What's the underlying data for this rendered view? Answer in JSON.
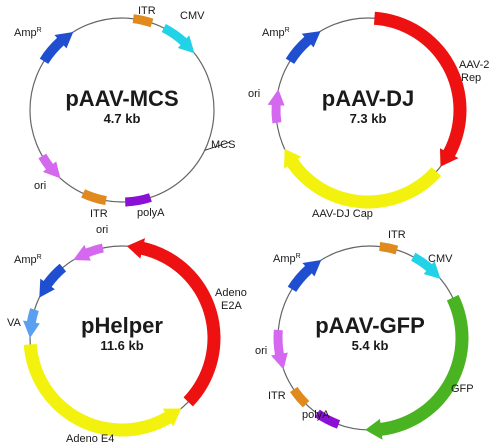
{
  "colors": {
    "amp": "#1f4fd0",
    "itr": "#e08a1e",
    "cmv": "#22d2e6",
    "ori": "#d468ee",
    "polya": "#8b10d6",
    "rep": "#ee1111",
    "cap": "#f2f20e",
    "va": "#5b9ff0",
    "gfp": "#49b321"
  },
  "plasmids": [
    {
      "id": "mcs",
      "name": "pAAV-MCS",
      "size": "4.7 kb",
      "features": [
        {
          "id": "itr1",
          "type": "itr",
          "icon": "orange-bar",
          "label": "ITR"
        },
        {
          "id": "cmv",
          "type": "cmv",
          "icon": "cyan-arrow",
          "label": "CMV"
        },
        {
          "id": "mcs-site",
          "type": "site",
          "icon": "tick-mark",
          "label": "MCS"
        },
        {
          "id": "polya",
          "type": "polya",
          "icon": "purple-bar",
          "label": "polyA"
        },
        {
          "id": "itr2",
          "type": "itr",
          "icon": "orange-bar",
          "label": "ITR"
        },
        {
          "id": "ori",
          "type": "ori",
          "icon": "pink-arrow",
          "label": "ori"
        },
        {
          "id": "amp",
          "type": "amp",
          "icon": "blue-arrow",
          "label": "Amp",
          "sup": "R"
        }
      ]
    },
    {
      "id": "dj",
      "name": "pAAV-DJ",
      "size": "7.3 kb",
      "features": [
        {
          "id": "rep",
          "type": "rep",
          "icon": "red-arrow",
          "label": "AAV-2",
          "label2": "Rep"
        },
        {
          "id": "cap",
          "type": "cap",
          "icon": "yellow-arrow",
          "label": "AAV-DJ Cap"
        },
        {
          "id": "ori",
          "type": "ori",
          "icon": "pink-arrow",
          "label": "ori"
        },
        {
          "id": "amp",
          "type": "amp",
          "icon": "blue-arrow",
          "label": "Amp",
          "sup": "R"
        }
      ]
    },
    {
      "id": "helper",
      "name": "pHelper",
      "size": "11.6 kb",
      "features": [
        {
          "id": "e2a",
          "type": "rep",
          "icon": "red-arrow",
          "label": "Adeno",
          "label2": "E2A"
        },
        {
          "id": "e4",
          "type": "cap",
          "icon": "yellow-arrow",
          "label": "Adeno E4"
        },
        {
          "id": "va",
          "type": "va",
          "icon": "blue-arrow",
          "label": "VA"
        },
        {
          "id": "amp",
          "type": "amp",
          "icon": "blue-arrow",
          "label": "Amp",
          "sup": "R"
        },
        {
          "id": "ori",
          "type": "ori",
          "icon": "pink-arrow",
          "label": "ori"
        }
      ]
    },
    {
      "id": "gfp",
      "name": "pAAV-GFP",
      "size": "5.4 kb",
      "features": [
        {
          "id": "itr1",
          "type": "itr",
          "icon": "orange-bar",
          "label": "ITR"
        },
        {
          "id": "cmv",
          "type": "cmv",
          "icon": "cyan-arrow",
          "label": "CMV"
        },
        {
          "id": "gfp-gene",
          "type": "gfp",
          "icon": "green-arrow",
          "label": "GFP"
        },
        {
          "id": "polya",
          "type": "polya",
          "icon": "purple-bar",
          "label": "polyA"
        },
        {
          "id": "itr2",
          "type": "itr",
          "icon": "orange-bar",
          "label": "ITR"
        },
        {
          "id": "ori",
          "type": "ori",
          "icon": "pink-arrow",
          "label": "ori"
        },
        {
          "id": "amp",
          "type": "amp",
          "icon": "blue-arrow",
          "label": "Amp",
          "sup": "R"
        }
      ]
    }
  ]
}
